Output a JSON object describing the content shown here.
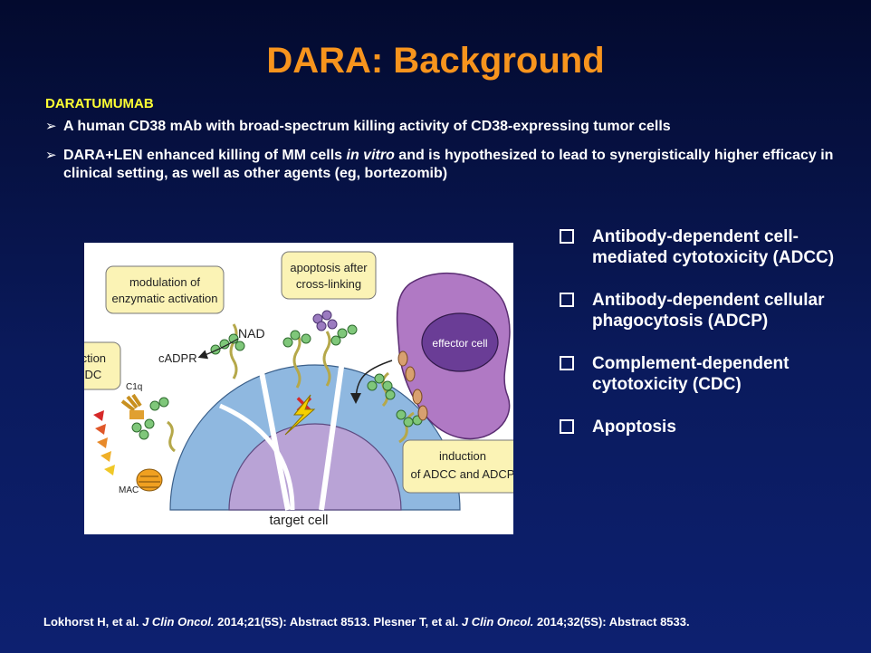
{
  "slide": {
    "title": "DARA: Background",
    "section_label": "DARATUMUMAB",
    "bullets": [
      {
        "text_before": "A human CD38 mAb with broad-spectrum killing activity of CD38-expressing tumor cells",
        "italic": "",
        "text_after": ""
      },
      {
        "text_before": "DARA+LEN enhanced killing of MM cells ",
        "italic": "in vitro",
        "text_after": " and is hypothesized to lead to synergistically higher efficacy in clinical setting, as well as other agents (eg, bortezomib)"
      }
    ],
    "bullet_marker": "➢",
    "mechanisms": [
      "Antibody-dependent cell-mediated cytotoxicity (ADCC)",
      "Antibody-dependent cellular phagocytosis (ADCP)",
      "Complement-dependent cytotoxicity (CDC)",
      "Apoptosis"
    ],
    "footer": {
      "part1": "Lokhorst H, et al. ",
      "journal1": "J Clin Oncol.",
      "part2": " 2014;21(5S): Abstract 8513. Plesner T, et al. ",
      "journal2": "J Clin Oncol.",
      "part3": " 2014;32(5S): Abstract 8533."
    }
  },
  "figure": {
    "labels": {
      "modulation": [
        "modulation of",
        "enzymatic activation"
      ],
      "apoptosis": [
        "apoptosis after",
        "cross-linking"
      ],
      "cdc": [
        "induction",
        "of CDC"
      ],
      "adcc": [
        "induction",
        "of ADCC and ADCP"
      ],
      "nad": "NAD",
      "cadpr": "cADPR",
      "c1q": "C1q",
      "mac": "MAC",
      "effector_cell": "effector cell",
      "target_cell": "target cell"
    },
    "colors": {
      "label_box": "#fbf3b5",
      "label_box_border": "#777777",
      "target_outer": "#8fb8e0",
      "target_inner": "#b9a3d6",
      "effector_cell": "#b079c4",
      "effector_nucleus": "#6a3d96",
      "antibody_bead": "#7fc77a",
      "antibody_bead_purple": "#9b7bc0",
      "receptor": "#b5a84a"
    }
  }
}
